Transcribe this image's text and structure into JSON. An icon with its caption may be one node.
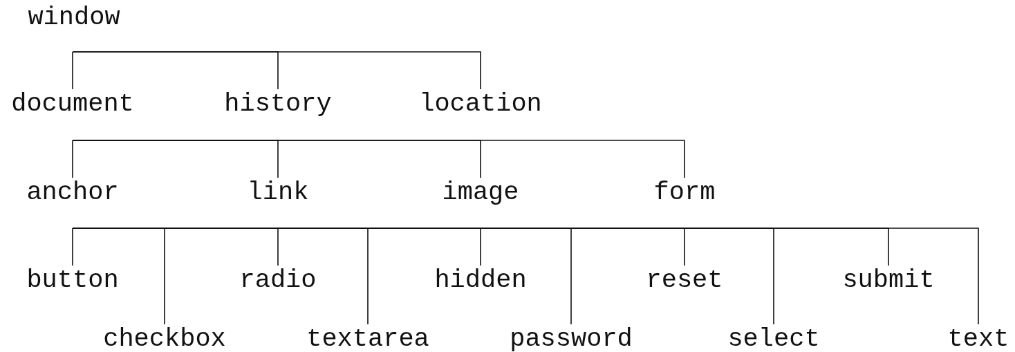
{
  "diagram": {
    "nodes": [
      {
        "text": [
          "window"
        ]
      },
      {
        "text": [
          "document"
        ]
      },
      {
        "text": [
          "history"
        ]
      },
      {
        "text": [
          "location"
        ]
      },
      {
        "text": [
          "anchor"
        ]
      },
      {
        "text": [
          "link"
        ]
      },
      {
        "text": [
          "image"
        ]
      },
      {
        "text": [
          "form"
        ]
      },
      {
        "text": [
          "button"
        ]
      },
      {
        "text": [
          "checkbox"
        ]
      },
      {
        "text": [
          "radio"
        ]
      },
      {
        "text": [
          "textarea"
        ]
      },
      {
        "text": [
          "hidden"
        ]
      },
      {
        "text": [
          "password"
        ]
      },
      {
        "text": [
          "reset"
        ]
      },
      {
        "text": [
          "select"
        ]
      },
      {
        "text": [
          "submit"
        ]
      },
      {
        "text": [
          "text"
        ]
      }
    ],
    "edges": [
      {
        "from": 0,
        "to": 1,
        "arrow": "none"
      },
      {
        "from": 0,
        "to": 2,
        "arrow": "none"
      },
      {
        "from": 0,
        "to": 3,
        "arrow": "none"
      },
      {
        "from": 1,
        "to": 4,
        "arrow": "none"
      },
      {
        "from": 1,
        "to": 5,
        "arrow": "none"
      },
      {
        "from": 1,
        "to": 6,
        "arrow": "none"
      },
      {
        "from": 1,
        "to": 7,
        "arrow": "none"
      },
      {
        "from": 4,
        "to": 8,
        "arrow": "none"
      },
      {
        "from": 4,
        "to": 9,
        "arrow": "none"
      },
      {
        "from": 4,
        "to": 10,
        "arrow": "none"
      },
      {
        "from": 4,
        "to": 11,
        "arrow": "none"
      },
      {
        "from": 4,
        "to": 12,
        "arrow": "none"
      },
      {
        "from": 4,
        "to": 13,
        "arrow": "none"
      },
      {
        "from": 4,
        "to": 14,
        "arrow": "none"
      },
      {
        "from": 4,
        "to": 15,
        "arrow": "none"
      },
      {
        "from": 4,
        "to": 16,
        "arrow": "none"
      },
      {
        "from": 4,
        "to": 17,
        "arrow": "none"
      }
    ]
  }
}
